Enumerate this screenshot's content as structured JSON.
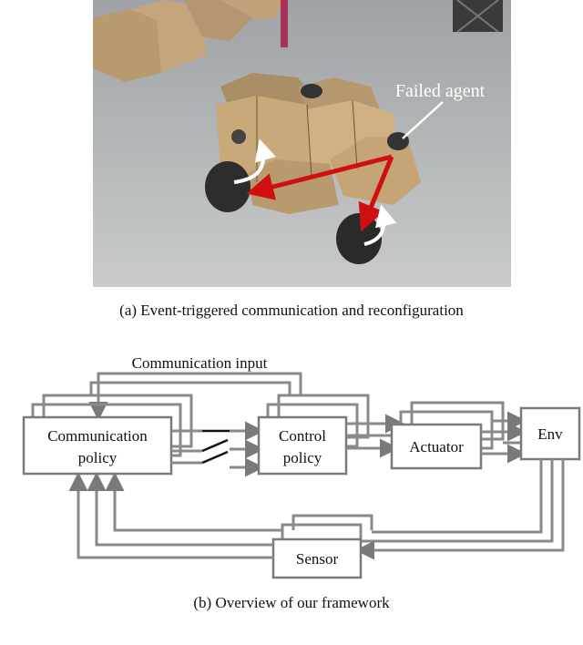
{
  "photo": {
    "annotation": "Failed agent"
  },
  "captions": {
    "a": "(a)  Event-triggered communication and reconfiguration",
    "b": "(b)  Overview of our framework"
  },
  "diagram": {
    "communication_input_label": "Communication input",
    "communication_policy": [
      "Communication",
      "policy"
    ],
    "control_policy": [
      "Control",
      "policy"
    ],
    "actuator": "Actuator",
    "env": "Env",
    "sensor": "Sensor"
  }
}
